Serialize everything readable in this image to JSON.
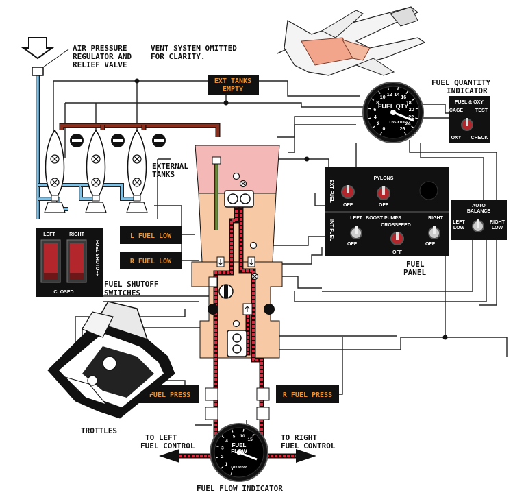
{
  "labels": {
    "air_valve_1": "AIR PRESSURE",
    "air_valve_2": "REGULATOR AND",
    "air_valve_3": "RELIEF VALVE",
    "vent_1": "VENT SYSTEM OMITTED",
    "vent_2": "FOR CLARITY.",
    "ext_tanks_1": "EXTERNAL",
    "ext_tanks_2": "TANKS",
    "fqi_1": "FUEL QUANTITY",
    "fqi_2": "INDICATOR",
    "shutoff_1": "FUEL SHUTOFF",
    "shutoff_2": "SWITCHES",
    "fuel_panel_1": "FUEL",
    "fuel_panel_2": "PANEL",
    "throttles": "TROTTLES",
    "to_left_1": "TO LEFT",
    "to_left_2": "FUEL CONTROL",
    "to_right_1": "TO RIGHT",
    "to_right_2": "FUEL CONTROL",
    "ffi": "FUEL FLOW INDICATOR"
  },
  "warning_lights": {
    "ext_tanks_1": "EXT TANKS",
    "ext_tanks_2": "EMPTY",
    "l_fuel_low": "L FUEL LOW",
    "r_fuel_low": "R FUEL LOW",
    "l_fuel_press": "L FUEL PRESS",
    "r_fuel_press": "R FUEL PRESS"
  },
  "shutoff_panel": {
    "left": "LEFT",
    "right": "RIGHT",
    "closed": "CLOSED",
    "vertical": "FUEL SHUTOFF"
  },
  "fuel_panel": {
    "ext_fuel": "EXT FUEL",
    "pylons": "PYLONS",
    "off_a": "OFF",
    "off_b": "OFF",
    "boost_pumps": "BOOST PUMPS",
    "crossfeed": "CROSSFEED",
    "left": "LEFT",
    "right": "RIGHT",
    "int_fuel": "INT FUEL",
    "off_c": "OFF",
    "off_d": "OFF",
    "off_e": "OFF"
  },
  "auto_balance": {
    "title_1": "AUTO",
    "title_2": "BALANCE",
    "left": "LEFT",
    "left_low": "LOW",
    "right": "RIGHT",
    "right_low": "LOW"
  },
  "fuel_oxy": {
    "title": "FUEL & OXY",
    "cage": "CAGE",
    "test": "TEST",
    "oxy": "OXY",
    "check": "CHECK"
  },
  "fuel_qty_gauge": {
    "title": "FUEL QTY",
    "units": "LBS X100",
    "scale": [
      "0",
      "2",
      "4",
      "6",
      "8",
      "10",
      "12",
      "14",
      "16",
      "18",
      "20",
      "22",
      "24",
      "26"
    ]
  },
  "fuel_flow_gauge": {
    "title_1": "FUEL",
    "title_2": "FLOW",
    "units": "LBS X1000",
    "scale": [
      "0",
      "1",
      "2",
      "3",
      "4",
      "5",
      "10",
      "15"
    ]
  },
  "colors": {
    "tank_pink": "#f4b9b6",
    "tank_peach": "#f8c9a5",
    "air_line": "#7fc1e6",
    "fuel_line": "#8a2f1e",
    "feed_line": "#d8283f",
    "warning_text": "#f0902a",
    "panel": "#111111",
    "switch_red": "#b3262c"
  }
}
